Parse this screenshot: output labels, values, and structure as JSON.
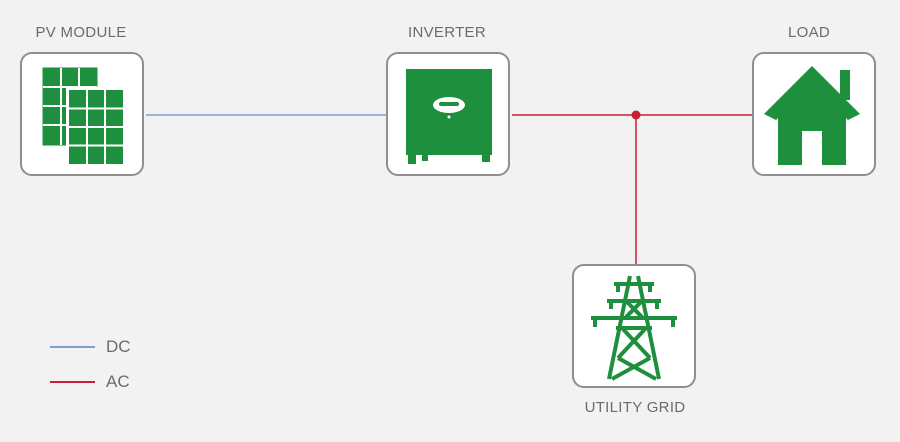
{
  "colors": {
    "dc_line": "#7e9fd3",
    "ac_line": "#cc1f36",
    "icon_green": "#1e8f3c",
    "tile_border": "#8f8f8f",
    "label_text": "#6b6b6b",
    "background": "#f2f2f2"
  },
  "nodes": {
    "pv_module": {
      "label": "PV MODULE",
      "icon": "solar-panel-icon"
    },
    "inverter": {
      "label": "INVERTER",
      "icon": "inverter-icon"
    },
    "load": {
      "label": "LOAD",
      "icon": "house-icon"
    },
    "utility_grid": {
      "label": "UTILITY GRID",
      "icon": "transmission-tower-icon"
    }
  },
  "connections": [
    {
      "from": "PV MODULE",
      "to": "INVERTER",
      "type": "DC"
    },
    {
      "from": "INVERTER",
      "to": "LOAD",
      "type": "AC"
    },
    {
      "from": "INVERTER",
      "to": "UTILITY GRID",
      "type": "AC"
    }
  ],
  "legend": [
    {
      "label": "DC",
      "color": "#7e9fd3"
    },
    {
      "label": "AC",
      "color": "#cc1f36"
    }
  ]
}
